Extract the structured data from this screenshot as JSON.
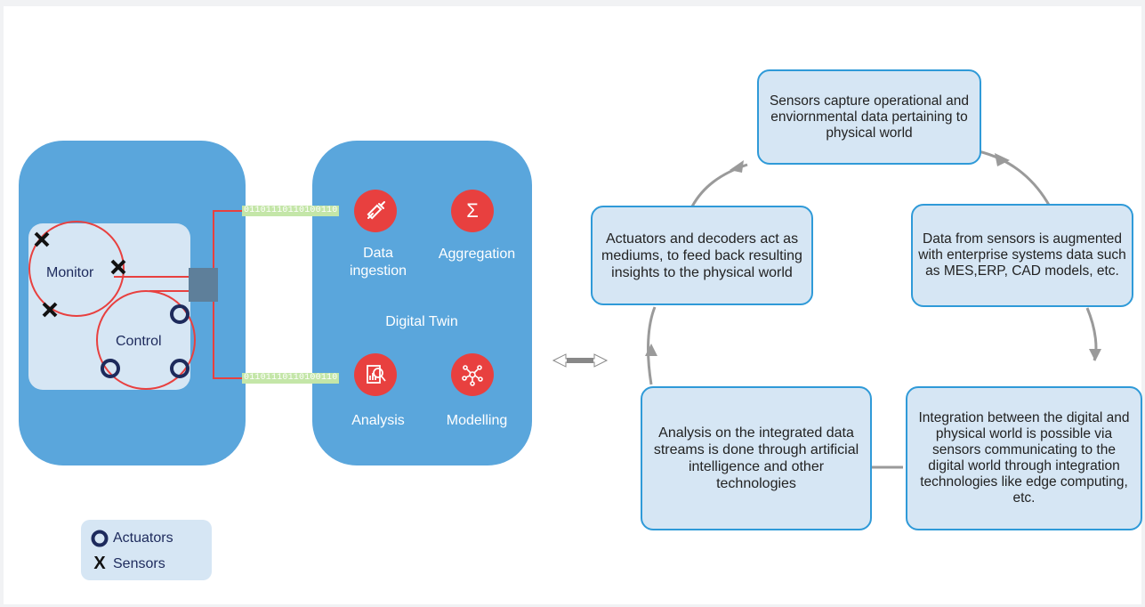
{
  "left_diagram": {
    "monitor_label": "Monitor",
    "control_label": "Control",
    "binary_top": "01101110110100110",
    "binary_bottom": "01101110110100110"
  },
  "digital_twin": {
    "title": "Digital Twin",
    "items": [
      {
        "label": "Data\ningestion",
        "icon": "syringe-icon"
      },
      {
        "label": "Aggregation",
        "icon": "sigma-icon"
      },
      {
        "label": "Analysis",
        "icon": "report-magnifier-icon"
      },
      {
        "label": "Modelling",
        "icon": "network-nodes-icon"
      }
    ]
  },
  "legend": {
    "actuators_label": "Actuators",
    "sensors_label": "Sensors",
    "sensor_symbol": "X"
  },
  "cycle": {
    "steps": [
      "Sensors capture operational and enviornmental data pertaining to physical world",
      "Data from sensors is augmented with enterprise systems data such as MES,ERP, CAD models, etc.",
      "Integration between the digital and physical world is possible via sensors communicating to the digital world through integration technologies like edge computing, etc.",
      "Analysis on the integrated data streams is done through artificial intelligence and other technologies",
      "Actuators and decoders act as mediums, to feed back resulting insights to the physical world"
    ]
  },
  "colors": {
    "panel": "#5aa6dc",
    "inner": "#d6e6f4",
    "red": "#e8403f",
    "navy": "#1d2a5c",
    "box_border": "#2f9ad8",
    "binary": "#c4e6a8"
  }
}
